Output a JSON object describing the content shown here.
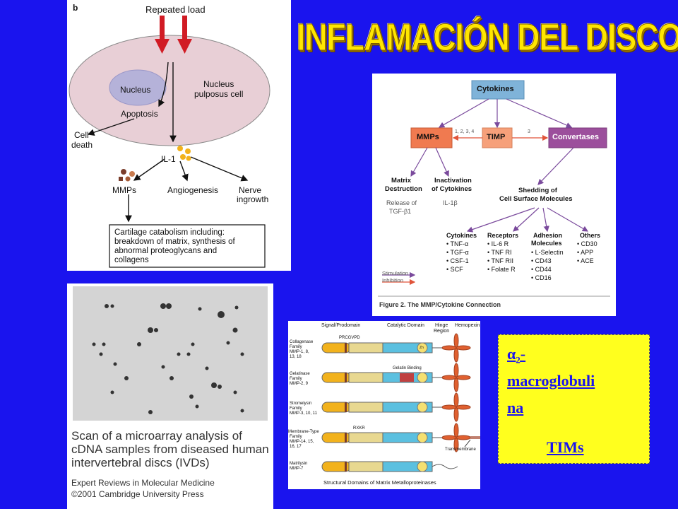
{
  "slide": {
    "title": "INFLAMACIÓN DEL DISCO"
  },
  "panel_b": {
    "letter": "b",
    "repeated_load": "Repeated load",
    "nucleus": "Nucleus",
    "nucleus_pulposus_cell": [
      "Nucleus",
      "pulposus cell"
    ],
    "apoptosis": "Apoptosis",
    "cell_death": [
      "Cell",
      "death"
    ],
    "il1": "IL-1",
    "mmps": "MMPs",
    "angiogenesis": "Angiogenesis",
    "nerve_ingrowth": [
      "Nerve",
      "ingrowth"
    ],
    "catabolism": [
      "Cartilage catabolism including:",
      "breakdown of matrix, synthesis of",
      "abnormal proteoglycans and",
      "collagens"
    ]
  },
  "panel_cytokine": {
    "cytokines_top": "Cytokines",
    "mmps": "MMPs",
    "timp": "TIMP",
    "convertases": "Convertases",
    "edge_1234": "1, 2, 3, 4",
    "edge_3": "3",
    "matrix_destruction": [
      "Matrix",
      "Destruction"
    ],
    "release_tgf": [
      "Release of",
      "TGF-β1"
    ],
    "inactivation": [
      "Inactivation",
      "of Cytokines"
    ],
    "il1b": "IL-1β",
    "shedding": [
      "Shedding of",
      "Cell Surface Molecules"
    ],
    "columns": [
      {
        "header": [
          "Cytokines"
        ],
        "items": [
          "• TNF-α",
          "• TGF-α",
          "• CSF-1",
          "• SCF"
        ]
      },
      {
        "header": [
          "Receptors"
        ],
        "items": [
          "• IL-6 R",
          "• TNF RI",
          "• TNF RII",
          "• Folate R"
        ]
      },
      {
        "header": [
          "Adhesion",
          "Molecules"
        ],
        "items": [
          "• L-Selectin",
          "• CD43",
          "• CD44",
          "• CD16"
        ]
      },
      {
        "header": [
          "Others"
        ],
        "items": [
          "• CD30",
          "• APP",
          "• ACE"
        ]
      }
    ],
    "stimulation": "Stimulation",
    "inhibition": "Inhibition",
    "caption": "Figure 2. The MMP/Cytokine Connection"
  },
  "panel_microarray": {
    "caption": [
      "Scan of a microarray analysis of",
      "cDNA samples from diseased human",
      "intervertebral discs (IVDs)"
    ],
    "journal": "Expert Reviews in Molecular Medicine",
    "copyright": "©2001 Cambridge University Press"
  },
  "panel_mmp": {
    "h_signal": "Signal/Prodomain",
    "h_catalytic": "Catalytic Domain",
    "h_hinge": [
      "Hinge",
      "Region"
    ],
    "h_hemopexin": "Hemopexin",
    "families": [
      [
        "Collagenase",
        "Family",
        "MMP-1, 8,",
        "13, 18"
      ],
      [
        "Gelatinase",
        "Family",
        "MMP-2, 9"
      ],
      [
        "Stromelysin",
        "Family",
        "MMP-3, 10, 11"
      ],
      [
        "Membrane-Type",
        "Family",
        "MMP-14, 15,",
        "16, 17"
      ],
      [
        "Matrilysin",
        "MMP-7"
      ]
    ],
    "prcgvpd": "PRCGVPD",
    "gelatin_binding": "Gelatin Binding",
    "rxkr": "RXKR",
    "transmembrane": "Transmembrane",
    "zn": "Zn",
    "footer": "Structural Domains of Matrix Metalloproteinases"
  },
  "yellow_box": {
    "alpha": "α",
    "subscript": "2",
    "dash": "-",
    "line1": "macroglobuli",
    "line2": "na",
    "tims": "TIMs"
  },
  "colors": {
    "background": "#1a14ee",
    "title": "#ffe600",
    "yellow_box": "#ffff1e",
    "mmps_box": "#f07a50",
    "timp_box": "#f6a07a",
    "convertases_box": "#9c4f9c",
    "cytokines_box": "#7fb3d9",
    "arrow_purple": "#7a4a9c",
    "red_arrow": "#d11b24"
  }
}
